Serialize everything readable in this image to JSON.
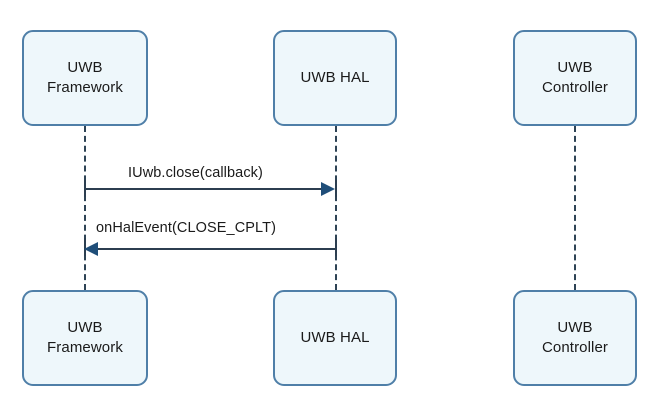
{
  "diagram": {
    "type": "sequence-diagram",
    "colors": {
      "box_fill": "#eef7fb",
      "box_border": "#4f7fa8",
      "lifeline": "#2e4355",
      "message_line": "#2c3e50",
      "arrow_head": "#1f4e79",
      "text": "#1a1a1a",
      "background": "#ffffff"
    },
    "participants": [
      {
        "id": "framework",
        "label": "UWB\nFramework"
      },
      {
        "id": "hal",
        "label": "UWB HAL"
      },
      {
        "id": "controller",
        "label": "UWB\nController"
      }
    ],
    "participants_bottom": [
      {
        "id": "framework",
        "label": "UWB\nFramework"
      },
      {
        "id": "hal",
        "label": "UWB HAL"
      },
      {
        "id": "controller",
        "label": "UWB\nController"
      }
    ],
    "messages": [
      {
        "id": "close-call",
        "label": "IUwb.close(callback)",
        "from": "framework",
        "to": "hal",
        "direction": "right"
      },
      {
        "id": "close-cplt-event",
        "label": "onHalEvent(CLOSE_CPLT)",
        "from": "hal",
        "to": "framework",
        "direction": "left"
      }
    ]
  }
}
